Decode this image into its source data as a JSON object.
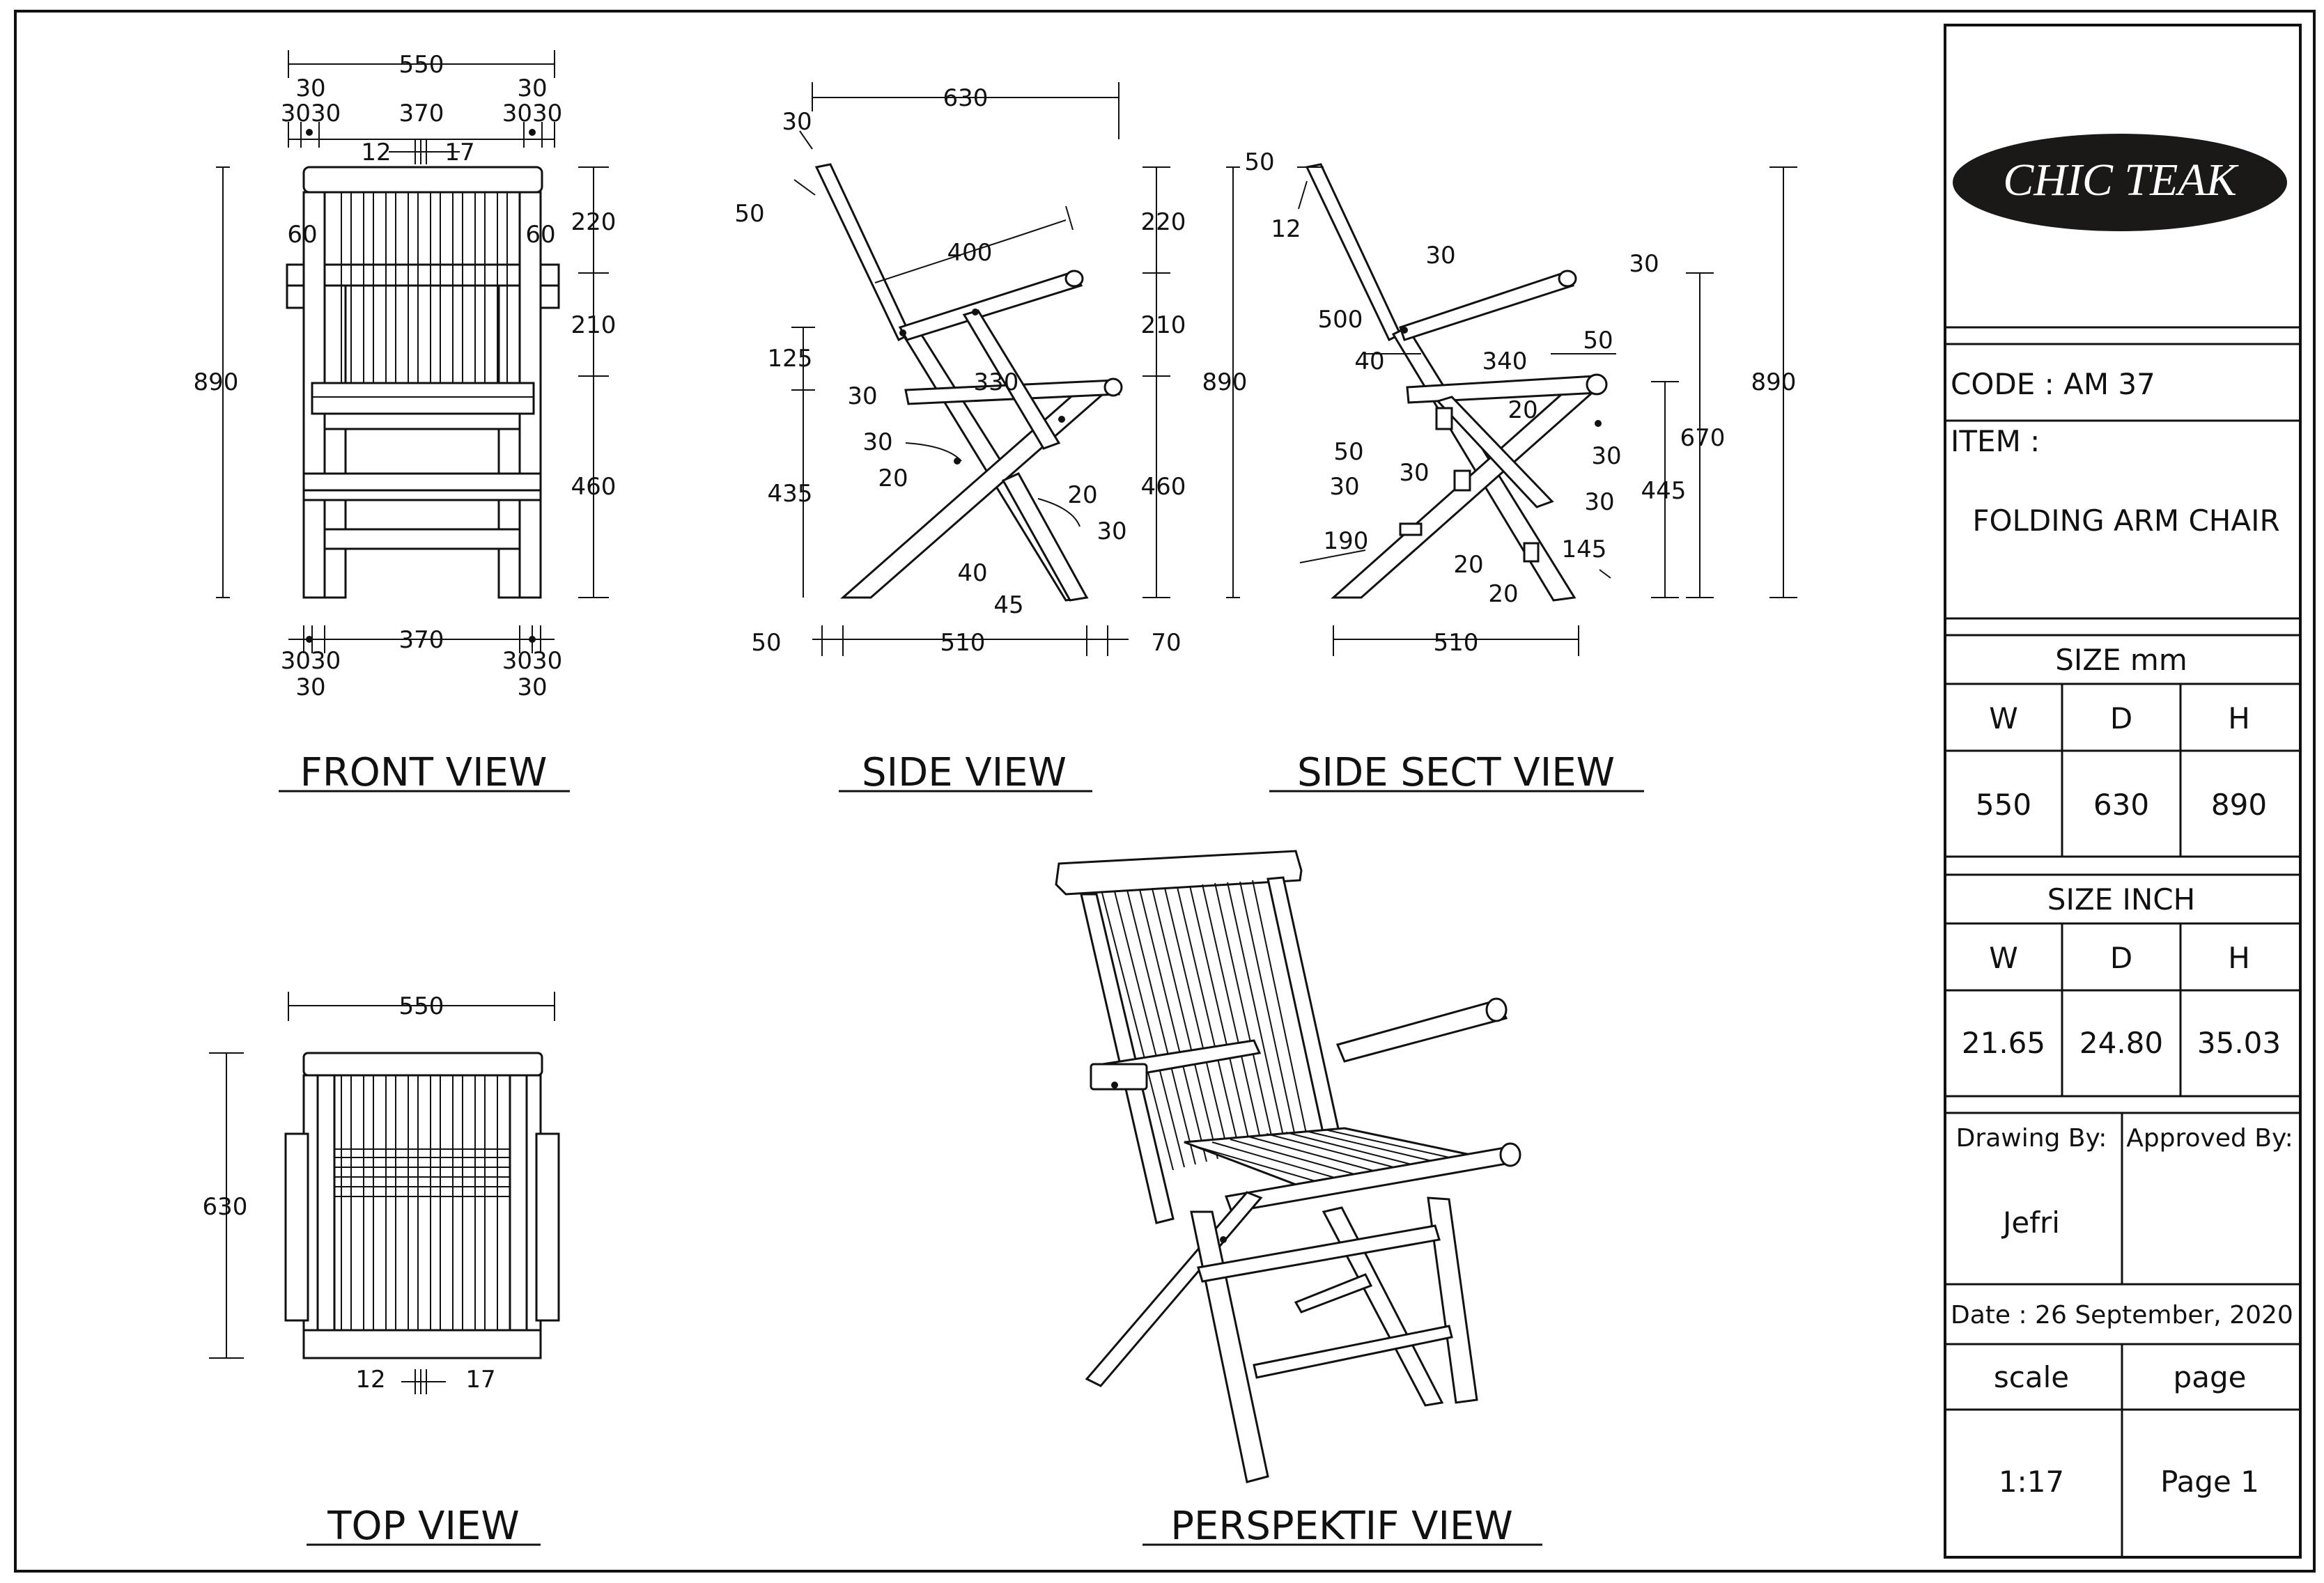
{
  "title_block": {
    "logo_text": "CHIC TEAK",
    "code_label": "CODE : AM 37",
    "item_label": "ITEM :",
    "item_value": "FOLDING ARM CHAIR",
    "size_mm_label": "SIZE mm",
    "size_mm": {
      "headers": [
        "W",
        "D",
        "H"
      ],
      "values": [
        "550",
        "630",
        "890"
      ]
    },
    "size_inch_label": "SIZE INCH",
    "size_inch": {
      "headers": [
        "W",
        "D",
        "H"
      ],
      "values": [
        "21.65",
        "24.80",
        "35.03"
      ]
    },
    "drawing_by_label": "Drawing By:",
    "drawing_by_value": "Jefri",
    "approved_by_label": "Approved By:",
    "date_label": "Date : 26 September, 2020",
    "scale_label": "scale",
    "scale_value": "1:17",
    "page_label": "page",
    "page_value": "Page 1"
  },
  "views": {
    "front": "FRONT VIEW",
    "side": "SIDE VIEW",
    "side_sect": "SIDE SECT VIEW",
    "top": "TOP VIEW",
    "perspektif": "PERSPEKTIF VIEW"
  },
  "front_dims": {
    "width": "550",
    "left_outer": "30",
    "right_outer": "30",
    "left_pair": "3030",
    "right_pair": "3030",
    "inner": "370",
    "slat_left": "12",
    "slat_right": "17",
    "left_arm": "60",
    "right_arm": "60",
    "height": "890",
    "h_top": "220",
    "h_mid": "210",
    "h_low": "460",
    "bottom_inner": "370",
    "bottom_left_pair": "3030",
    "bottom_right_pair": "3030",
    "bottom_left": "30",
    "bottom_right": "30"
  },
  "side_dims": {
    "depth": "630",
    "top_30": "30",
    "top_50": "50",
    "arm": "400",
    "d_125": "125",
    "d_30a": "30",
    "d_330": "330",
    "d_30b": "30",
    "d_20a": "20",
    "d_435": "435",
    "d_20b": "20",
    "d_30c": "30",
    "d_40": "40",
    "d_45": "45",
    "h_top": "220",
    "h_mid": "210",
    "h_low": "460",
    "base_left": "50",
    "base": "510",
    "base_right": "70"
  },
  "sect_dims": {
    "d_50a": "50",
    "d_12": "12",
    "d_30a": "30",
    "d_30b": "30",
    "d_500": "500",
    "d_40": "40",
    "d_340": "340",
    "d_50b": "50",
    "d_20a": "20",
    "d_30c": "30",
    "d_50c": "50",
    "d_30d": "30",
    "d_30e": "30",
    "d_30f": "30",
    "d_190": "190",
    "d_20b": "20",
    "d_145": "145",
    "d_20c": "20",
    "h_890a": "890",
    "h_670": "670",
    "h_445": "445",
    "h_890b": "890",
    "base": "510"
  },
  "top_dims": {
    "width": "550",
    "depth": "630",
    "slat_left": "12",
    "slat_right": "17"
  }
}
